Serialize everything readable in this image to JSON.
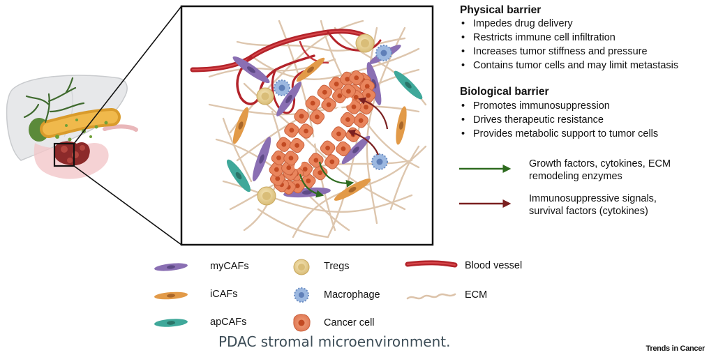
{
  "physical_barrier": {
    "title": "Physical barrier",
    "items": [
      "Impedes drug delivery",
      "Restricts immune cell infiltration",
      "Increases tumor stiffness and pressure",
      "Contains tumor cells and may limit metastasis"
    ]
  },
  "biological_barrier": {
    "title": "Biological barrier",
    "items": [
      "Promotes immunosuppression",
      "Drives therapeutic resistance",
      "Provides metabolic support to tumor cells"
    ]
  },
  "arrow_legend": [
    {
      "label_line1": "Growth factors, cytokines, ECM",
      "label_line2": "remodeling enzymes",
      "color": "#2e6b1f"
    },
    {
      "label_line1": "Immunosuppressive signals,",
      "label_line2": "survival factors (cytokines)",
      "color": "#7a2020"
    }
  ],
  "legend": {
    "mycafs": "myCAFs",
    "icafs": "iCAFs",
    "apcafs": "apCAFs",
    "tregs": "Tregs",
    "macrophage": "Macrophage",
    "cancer_cell": "Cancer cell",
    "blood_vessel": "Blood vessel",
    "ecm": "ECM"
  },
  "colors": {
    "mycaf": "#8a6fb3",
    "icaf": "#e29a48",
    "apcaf": "#3fa89a",
    "treg": "#e9d49a",
    "macrophage": "#9cb8e0",
    "cancer": "#e9855d",
    "vessel": "#b3232a",
    "ecm": "#dcc3aa"
  },
  "caption": "PDAC stromal microenvironment.",
  "credit": "Trends in Cancer"
}
